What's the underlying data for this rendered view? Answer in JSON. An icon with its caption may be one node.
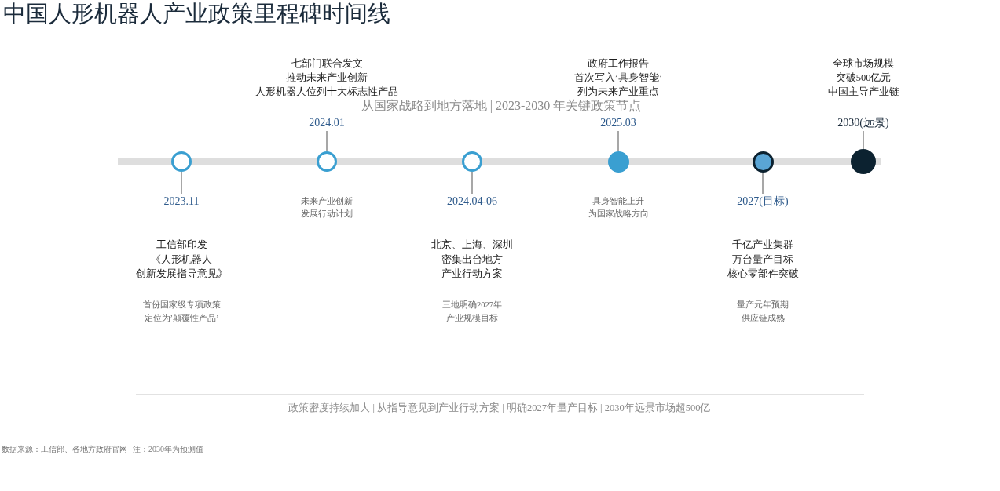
{
  "diagram": {
    "title": "中国人形机器人产业政策里程碑时间线",
    "nodes": [
      {
        "text": [
          "2023.11"
        ],
        "beside": [
          "工信部印发《人形机器人创新发展指导意见》",
          "首份国家级专项政策定位为’颠覆性产品’"
        ]
      },
      {
        "text": [],
        "shape": "circle"
      },
      {
        "text": [
          "2024.01"
        ],
        "beside": [
          "七部门联合发文推动未来产业创新人形机器人位列十大标志性产品"
        ]
      },
      {
        "text": [],
        "shape": "circle",
        "beside": [
          "未来产业创新发展行动计划"
        ]
      },
      {
        "text": [
          "2024.04-06"
        ],
        "beside": [
          "北京、上海、深圳密集出台地方产业行动方案",
          "三地明确2027年产业规模目标"
        ]
      },
      {
        "text": [],
        "shape": "circle"
      },
      {
        "text": [
          "2025.03"
        ],
        "beside": [
          "政府工作报告首次写入’具身智能’列为未来产业重点"
        ]
      },
      {
        "text": [],
        "shape": "circle",
        "beside": [
          "具身智能上升为国家战略方向"
        ]
      },
      {
        "text": [
          "2027(目标)"
        ],
        "beside": [
          "千亿产业集群万台量产目标核心零部件突破",
          "量产元年预期供应链成熟"
        ]
      },
      {
        "text": [],
        "shape": "circle"
      },
      {
        "text": [
          "2030(远景)"
        ],
        "beside": [
          "全球市场规模突破500亿元中国主导产业链"
        ]
      },
      {
        "text": [],
        "shape": "circle"
      }
    ],
    "edges": [
      {
        "from": 0,
        "to": 1,
        "arrow": "none"
      },
      {
        "from": 2,
        "to": 3,
        "arrow": "none"
      },
      {
        "from": 4,
        "to": 5,
        "arrow": "none"
      },
      {
        "from": 6,
        "to": 7,
        "arrow": "none"
      },
      {
        "from": 8,
        "to": 9,
        "arrow": "none"
      },
      {
        "from": 10,
        "to": 11,
        "arrow": "none"
      }
    ],
    "labels": [
      "从国家战略到地方落地 | 2023-2030 年关键政策节点",
      "政策密度持续加大 | 从指导意见到产业行动方案 | 明确2027年量产目标 | 2030年远景市场超500亿",
      "数据来源：工信部、各地方政府官网 | 注：2030年为预测值"
    ]
  }
}
